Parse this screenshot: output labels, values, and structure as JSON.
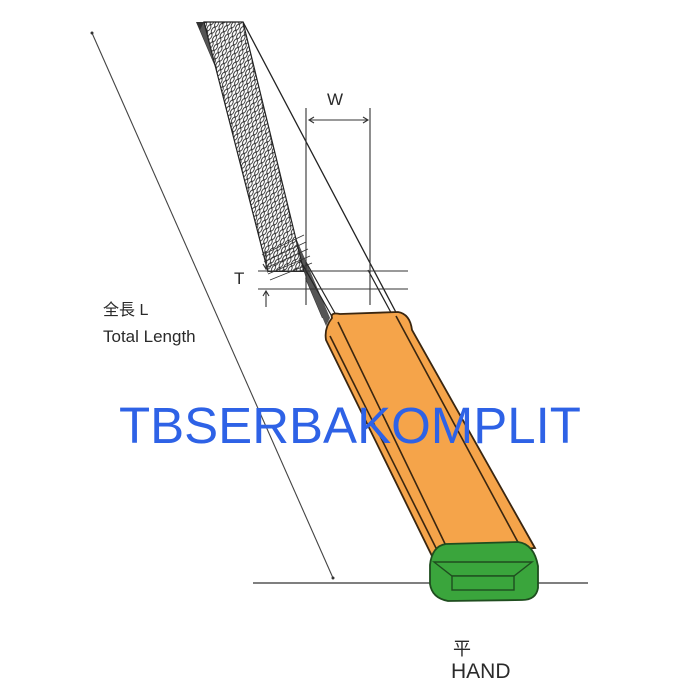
{
  "diagram": {
    "title": "Hand file dimensions",
    "labels": {
      "width": "W",
      "thickness": "T",
      "total_length_jp": "全長 L",
      "total_length_en": "Total Length",
      "type_jp": "平",
      "type_en": "HAND"
    },
    "watermark": "TBSERBAKOMPLIT",
    "colors": {
      "handle": "#f5a44a",
      "end_cap": "#3aa53c",
      "watermark": "#2e62e6",
      "lines": "#222222"
    }
  }
}
